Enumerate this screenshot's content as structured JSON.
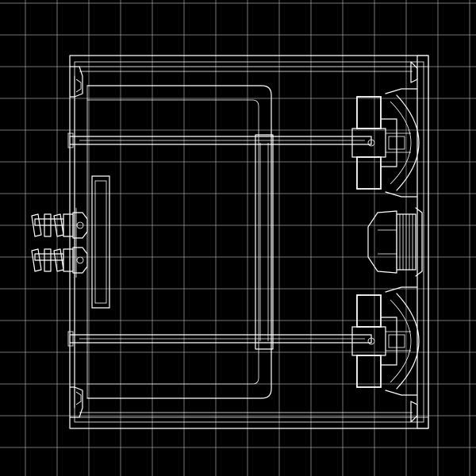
{
  "colors": {
    "background": "#000000",
    "grid": "#9a9a9a",
    "ink": "#ffffff"
  },
  "grid": {
    "visible": true
  },
  "diagram": {
    "view": "cross-section",
    "components": [
      "cabinet",
      "terminal-connectors",
      "crossover-board",
      "internal-bracing",
      "bass-driver-top",
      "bass-driver-bottom",
      "center-driver"
    ]
  }
}
